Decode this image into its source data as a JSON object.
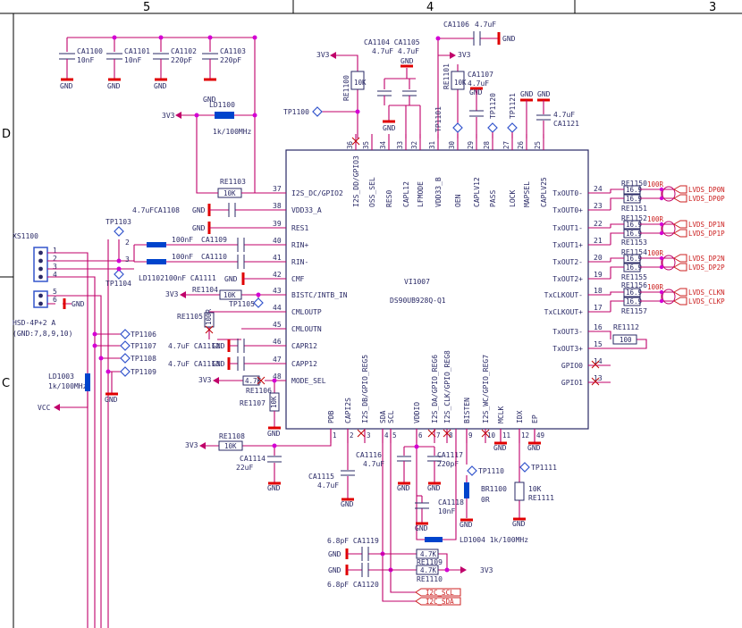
{
  "zones": {
    "top": [
      "5",
      "4",
      "3"
    ],
    "left": [
      "D",
      "C"
    ]
  },
  "ic": {
    "ref": "VI1007",
    "part": "DS90UB928Q-Q1",
    "left_pins": [
      {
        "num": "37",
        "name": "I2S_DC/GPIO2"
      },
      {
        "num": "38",
        "name": "VDD33_A"
      },
      {
        "num": "39",
        "name": "RES1"
      },
      {
        "num": "40",
        "name": "RIN+"
      },
      {
        "num": "41",
        "name": "RIN-"
      },
      {
        "num": "42",
        "name": "CMF"
      },
      {
        "num": "43",
        "name": "BISTC/INTB_IN"
      },
      {
        "num": "44",
        "name": "CMLOUTP"
      },
      {
        "num": "45",
        "name": "CMLOUTN"
      },
      {
        "num": "46",
        "name": "CAPR12"
      },
      {
        "num": "47",
        "name": "CAPP12"
      },
      {
        "num": "48",
        "name": "MODE_SEL"
      }
    ],
    "right_pins": [
      {
        "num": "24",
        "name": "TxOUT0-"
      },
      {
        "num": "23",
        "name": "TxOUT0+"
      },
      {
        "num": "22",
        "name": "TxOUT1-"
      },
      {
        "num": "21",
        "name": "TxOUT1+"
      },
      {
        "num": "20",
        "name": "TxOUT2-"
      },
      {
        "num": "19",
        "name": "TxOUT2+"
      },
      {
        "num": "18",
        "name": "TxCLKOUT-"
      },
      {
        "num": "17",
        "name": "TxCLKOUT+"
      },
      {
        "num": "16",
        "name": "TxOUT3-"
      },
      {
        "num": "15",
        "name": "TxOUT3+"
      },
      {
        "num": "14",
        "name": "GPIO0"
      },
      {
        "num": "13",
        "name": "GPIO1"
      }
    ],
    "top_pins": [
      {
        "num": "36",
        "name": "I2S_DD/GPIO3"
      },
      {
        "num": "35",
        "name": "OSS_SEL"
      },
      {
        "num": "34",
        "name": "RES0"
      },
      {
        "num": "33",
        "name": "CAPL12"
      },
      {
        "num": "32",
        "name": "LFMODE"
      },
      {
        "num": "31",
        "name": "VDD33_B"
      },
      {
        "num": "30",
        "name": "OEN"
      },
      {
        "num": "29",
        "name": "CAPLV12"
      },
      {
        "num": "28",
        "name": "PASS"
      },
      {
        "num": "27",
        "name": "LOCK"
      },
      {
        "num": "26",
        "name": "MAPSEL"
      },
      {
        "num": "25",
        "name": "CAPLV25"
      }
    ],
    "bottom_pins": [
      {
        "num": "1",
        "name": "PDB"
      },
      {
        "num": "2",
        "name": "CAPI2S"
      },
      {
        "num": "3",
        "name": "I2S_DB/GPIO_REG5"
      },
      {
        "num": "4",
        "name": "SDA"
      },
      {
        "num": "5",
        "name": "SCL"
      },
      {
        "num": "6",
        "name": "VDDIO"
      },
      {
        "num": "7",
        "name": "I2S_DA/GPIO_REG6"
      },
      {
        "num": "8",
        "name": "I2S_CLK/GPIO_REG8"
      },
      {
        "num": "9",
        "name": "BISTEN"
      },
      {
        "num": "10",
        "name": "I2S_WC/GPIO_REG7"
      },
      {
        "num": "11",
        "name": "MCLK"
      },
      {
        "num": "12",
        "name": "IDX"
      },
      {
        "num": "49",
        "name": "EP"
      }
    ]
  },
  "top_caps": {
    "c1": {
      "ref": "CA1100",
      "val": "10nF"
    },
    "c2": {
      "ref": "CA1101",
      "val": "10nF"
    },
    "c3": {
      "ref": "CA1102",
      "val": "220pF"
    },
    "c4": {
      "ref": "CA1103",
      "val": "220pF"
    },
    "gnd": "GND"
  },
  "ld1100": {
    "ref": "LD1100",
    "val": "1k/100MHz",
    "net": "3V3"
  },
  "ca1104_05": {
    "refs": "CA1104 CA1105",
    "vals": "4.7uF 4.7uF"
  },
  "ca1106": {
    "ref": "CA1106",
    "val": "4.7uF",
    "gnd": "GND",
    "net": "3V3"
  },
  "re1100": {
    "ref": "RE1100",
    "val": "10K",
    "net": "3V3"
  },
  "re1101": {
    "ref": "RE1101",
    "val": "10K"
  },
  "ca1107": {
    "ref": "CA1107",
    "val": "4.7uF"
  },
  "ca1121": {
    "ref": "CA1121",
    "val": "4.7uF"
  },
  "tps_top": [
    "TP1100",
    "TP1101",
    "TP1120",
    "TP1121"
  ],
  "left": {
    "re1103": {
      "ref": "RE1103",
      "val": "10K",
      "net": "3V3"
    },
    "ca1108": "4.7uFCA1108",
    "ca1109": {
      "ref": "CA1109",
      "val": "100nF"
    },
    "ca1110": {
      "ref": "CA1110",
      "val": "100nF"
    },
    "ca1111": "100nF CA1111",
    "ld1102": "LD1102",
    "re1104": {
      "ref": "RE1104",
      "val": "10K",
      "net": "3V3"
    },
    "re1105": {
      "ref": "RE1105",
      "val": "100R"
    },
    "tp1105": "TP1105",
    "ca1112": "4.7uF CA1112",
    "ca1113": "4.7uF CA1113",
    "re1106": {
      "ref": "RE1106",
      "val": "4.7K",
      "net": "3V3"
    },
    "re1107": {
      "ref": "RE1107",
      "val": "10K"
    },
    "gnd": "GND"
  },
  "conn": {
    "ref": "XS1100",
    "part": "HSD-4P+2 A",
    "note": "(GND:7,8,9,10)",
    "pins": [
      "1",
      "2",
      "3",
      "4",
      "5",
      "6"
    ],
    "tps": [
      "TP1103",
      "TP1104",
      "TP1106",
      "TP1107",
      "TP1108",
      "TP1109"
    ],
    "ld1003": {
      "ref": "LD1003",
      "val": "1k/100MHz"
    },
    "vcc": "VCC"
  },
  "lvds": {
    "resistors": [
      {
        "ref": "RE1150",
        "val": "16.9"
      },
      {
        "ref": "RE1151",
        "val": "16.9"
      },
      {
        "ref": "RE1152",
        "val": "16.9"
      },
      {
        "ref": "RE1153",
        "val": "16.9"
      },
      {
        "ref": "RE1154",
        "val": "16.9"
      },
      {
        "ref": "RE1155",
        "val": "16.9"
      },
      {
        "ref": "RE1156",
        "val": "16.9"
      },
      {
        "ref": "RE1157",
        "val": "16.9"
      }
    ],
    "term": "100R",
    "nets": [
      "LVDS_DP0N",
      "LVDS_DP0P",
      "LVDS_DP1N",
      "LVDS_DP1P",
      "LVDS_DP2N",
      "LVDS_DP2P",
      "LVDS_CLKN",
      "LVDS_CLKP"
    ],
    "re1112": {
      "ref": "RE1112",
      "val": "100"
    }
  },
  "bottom": {
    "re1108": {
      "ref": "RE1108",
      "val": "10K",
      "net": "3V3"
    },
    "ca1114": {
      "ref": "CA1114",
      "val": "22uF"
    },
    "ca1115": {
      "ref": "CA1115",
      "val": "4.7uF"
    },
    "ca1116": {
      "ref": "CA1116",
      "val": "4.7uF"
    },
    "ca1117": {
      "ref": "CA1117",
      "val": "220pF"
    },
    "ca1118": {
      "ref": "CA1118",
      "val": "10nF"
    },
    "ld1004": "LD1004 1k/100MHz",
    "tp1110": "TP1110",
    "tp1111": "TP1111",
    "br1100": {
      "ref": "BR1100",
      "val": "0R"
    },
    "re1111": {
      "ref": "RE1111",
      "val": "10K"
    },
    "ca1119": "6.8pF CA1119",
    "ca1120": "6.8pF CA1120",
    "re1109": {
      "ref": "RE1109",
      "val": "4.7K"
    },
    "re1110": {
      "ref": "RE1110",
      "val": "4.7K"
    },
    "net_3v3": "3V3",
    "i2c_scl": "I2C_SCL",
    "i2c_sda": "I2C_SDA",
    "gnd": "GND"
  },
  "colors": {
    "wire": "#c0006a",
    "gnd": "#e00000",
    "label": "#2a2a66",
    "net": "#cc2020",
    "testpoint": "#3355cc",
    "ferrite": "#0044cc"
  }
}
